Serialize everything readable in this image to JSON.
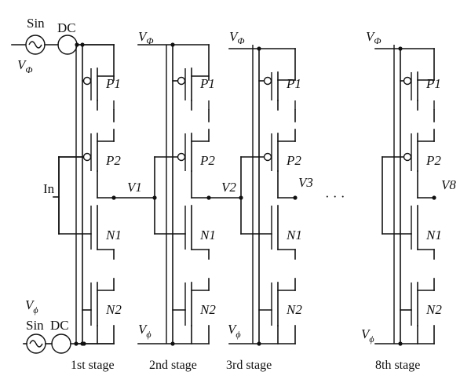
{
  "source_top": {
    "sin": "Sin",
    "dc": "DC",
    "v": "V",
    "phi": "Φ"
  },
  "source_bottom": {
    "sin": "Sin",
    "dc": "DC",
    "v": "V",
    "phibar": "ϕ"
  },
  "input_label": "In",
  "transistor_labels": {
    "p1": "P1",
    "p2": "P2",
    "n1": "N1",
    "n2": "N2"
  },
  "rail_label": {
    "v": "V",
    "phi": "Φ",
    "phibar": "ϕ"
  },
  "outputs": [
    "V1",
    "V2",
    "V3",
    "V8"
  ],
  "ellipsis": "· · ·",
  "stages": [
    "1st stage",
    "2nd stage",
    "3rd stage",
    "8th stage"
  ],
  "colors": {
    "line": "#111111",
    "background": "#ffffff"
  }
}
